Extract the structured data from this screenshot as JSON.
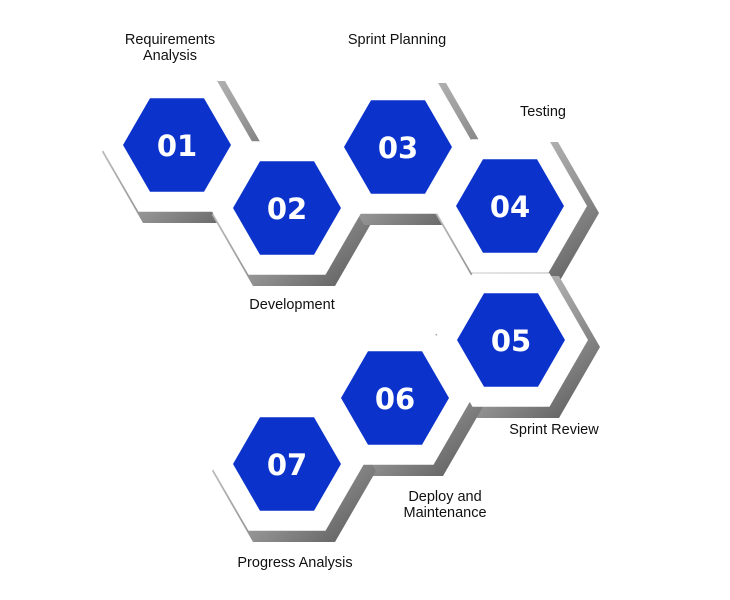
{
  "colors": {
    "inner": "#0b33cc",
    "ring": "#ffffff",
    "shadow_dark": "#6a6a6a",
    "shadow_light": "#e0e0e0",
    "text": "#111111"
  },
  "steps": [
    {
      "number": "01",
      "label": "Requirements\nAnalysis"
    },
    {
      "number": "02",
      "label": "Development"
    },
    {
      "number": "03",
      "label": "Sprint Planning"
    },
    {
      "number": "04",
      "label": "Testing"
    },
    {
      "number": "05",
      "label": "Sprint Review"
    },
    {
      "number": "06",
      "label": "Deploy and\nMaintenance"
    },
    {
      "number": "07",
      "label": "Progress Analysis"
    }
  ]
}
